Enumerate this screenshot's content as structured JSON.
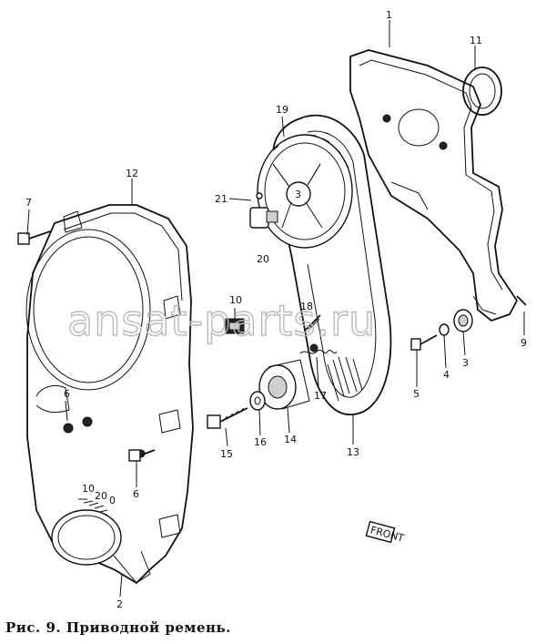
{
  "caption": "Рис. 9. Приводной ремень.",
  "watermark": "ansat-parts.ru",
  "callouts": {
    "c1": "1",
    "c11": "11",
    "c19": "19",
    "c12": "12",
    "c7": "7",
    "c21": "21",
    "c20": "20",
    "c10": "10",
    "c18": "18",
    "c9": "9",
    "c3": "3",
    "c4": "4",
    "c5": "5",
    "c6a": "6",
    "c6b": "6",
    "c17": "17",
    "c14": "14",
    "c16": "16",
    "c15": "15",
    "c13": "13",
    "c2": "2"
  },
  "timing_marks": [
    "10",
    "20",
    "0"
  ],
  "front_mark": "FRONT",
  "cam_mark": "3"
}
